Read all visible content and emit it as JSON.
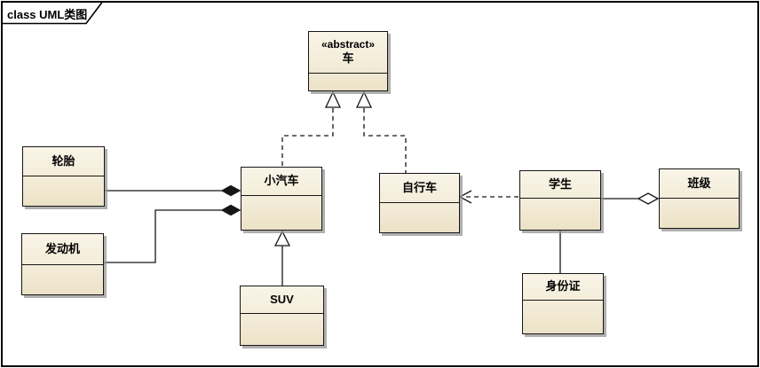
{
  "frame": {
    "label": "class UML类图"
  },
  "classes": {
    "che": {
      "stereotype": "«abstract»",
      "name": "车"
    },
    "luntai": {
      "name": "轮胎"
    },
    "fadongji": {
      "name": "发动机"
    },
    "xiaoqiche": {
      "name": "小汽车"
    },
    "suv": {
      "name": "SUV"
    },
    "zixingche": {
      "name": "自行车"
    },
    "xuesheng": {
      "name": "学生"
    },
    "banji": {
      "name": "班级"
    },
    "shenfenzheng": {
      "name": "身份证"
    }
  },
  "relationships": [
    {
      "from": "小汽车",
      "to": "车",
      "type": "realization (dashed, hollow triangle)"
    },
    {
      "from": "自行车",
      "to": "车",
      "type": "realization (dashed, hollow triangle)"
    },
    {
      "from": "轮胎",
      "to": "小汽车",
      "type": "composition (filled diamond at 小汽车)"
    },
    {
      "from": "发动机",
      "to": "小汽车",
      "type": "composition (filled diamond at 小汽车)"
    },
    {
      "from": "SUV",
      "to": "小汽车",
      "type": "generalization (solid, hollow triangle)"
    },
    {
      "from": "学生",
      "to": "自行车",
      "type": "dependency (dashed, open arrow)"
    },
    {
      "from": "学生",
      "to": "班级",
      "type": "aggregation (hollow diamond at 班级)"
    },
    {
      "from": "学生",
      "to": "身份证",
      "type": "association (solid line)"
    }
  ],
  "colors": {
    "box_fill_top": "#f9f4e7",
    "box_fill_bottom": "#ece2c7",
    "box_border": "#161616",
    "shadow": "#969696",
    "frame_border": "#000000",
    "background": "#ffffff",
    "text": "#000000"
  }
}
